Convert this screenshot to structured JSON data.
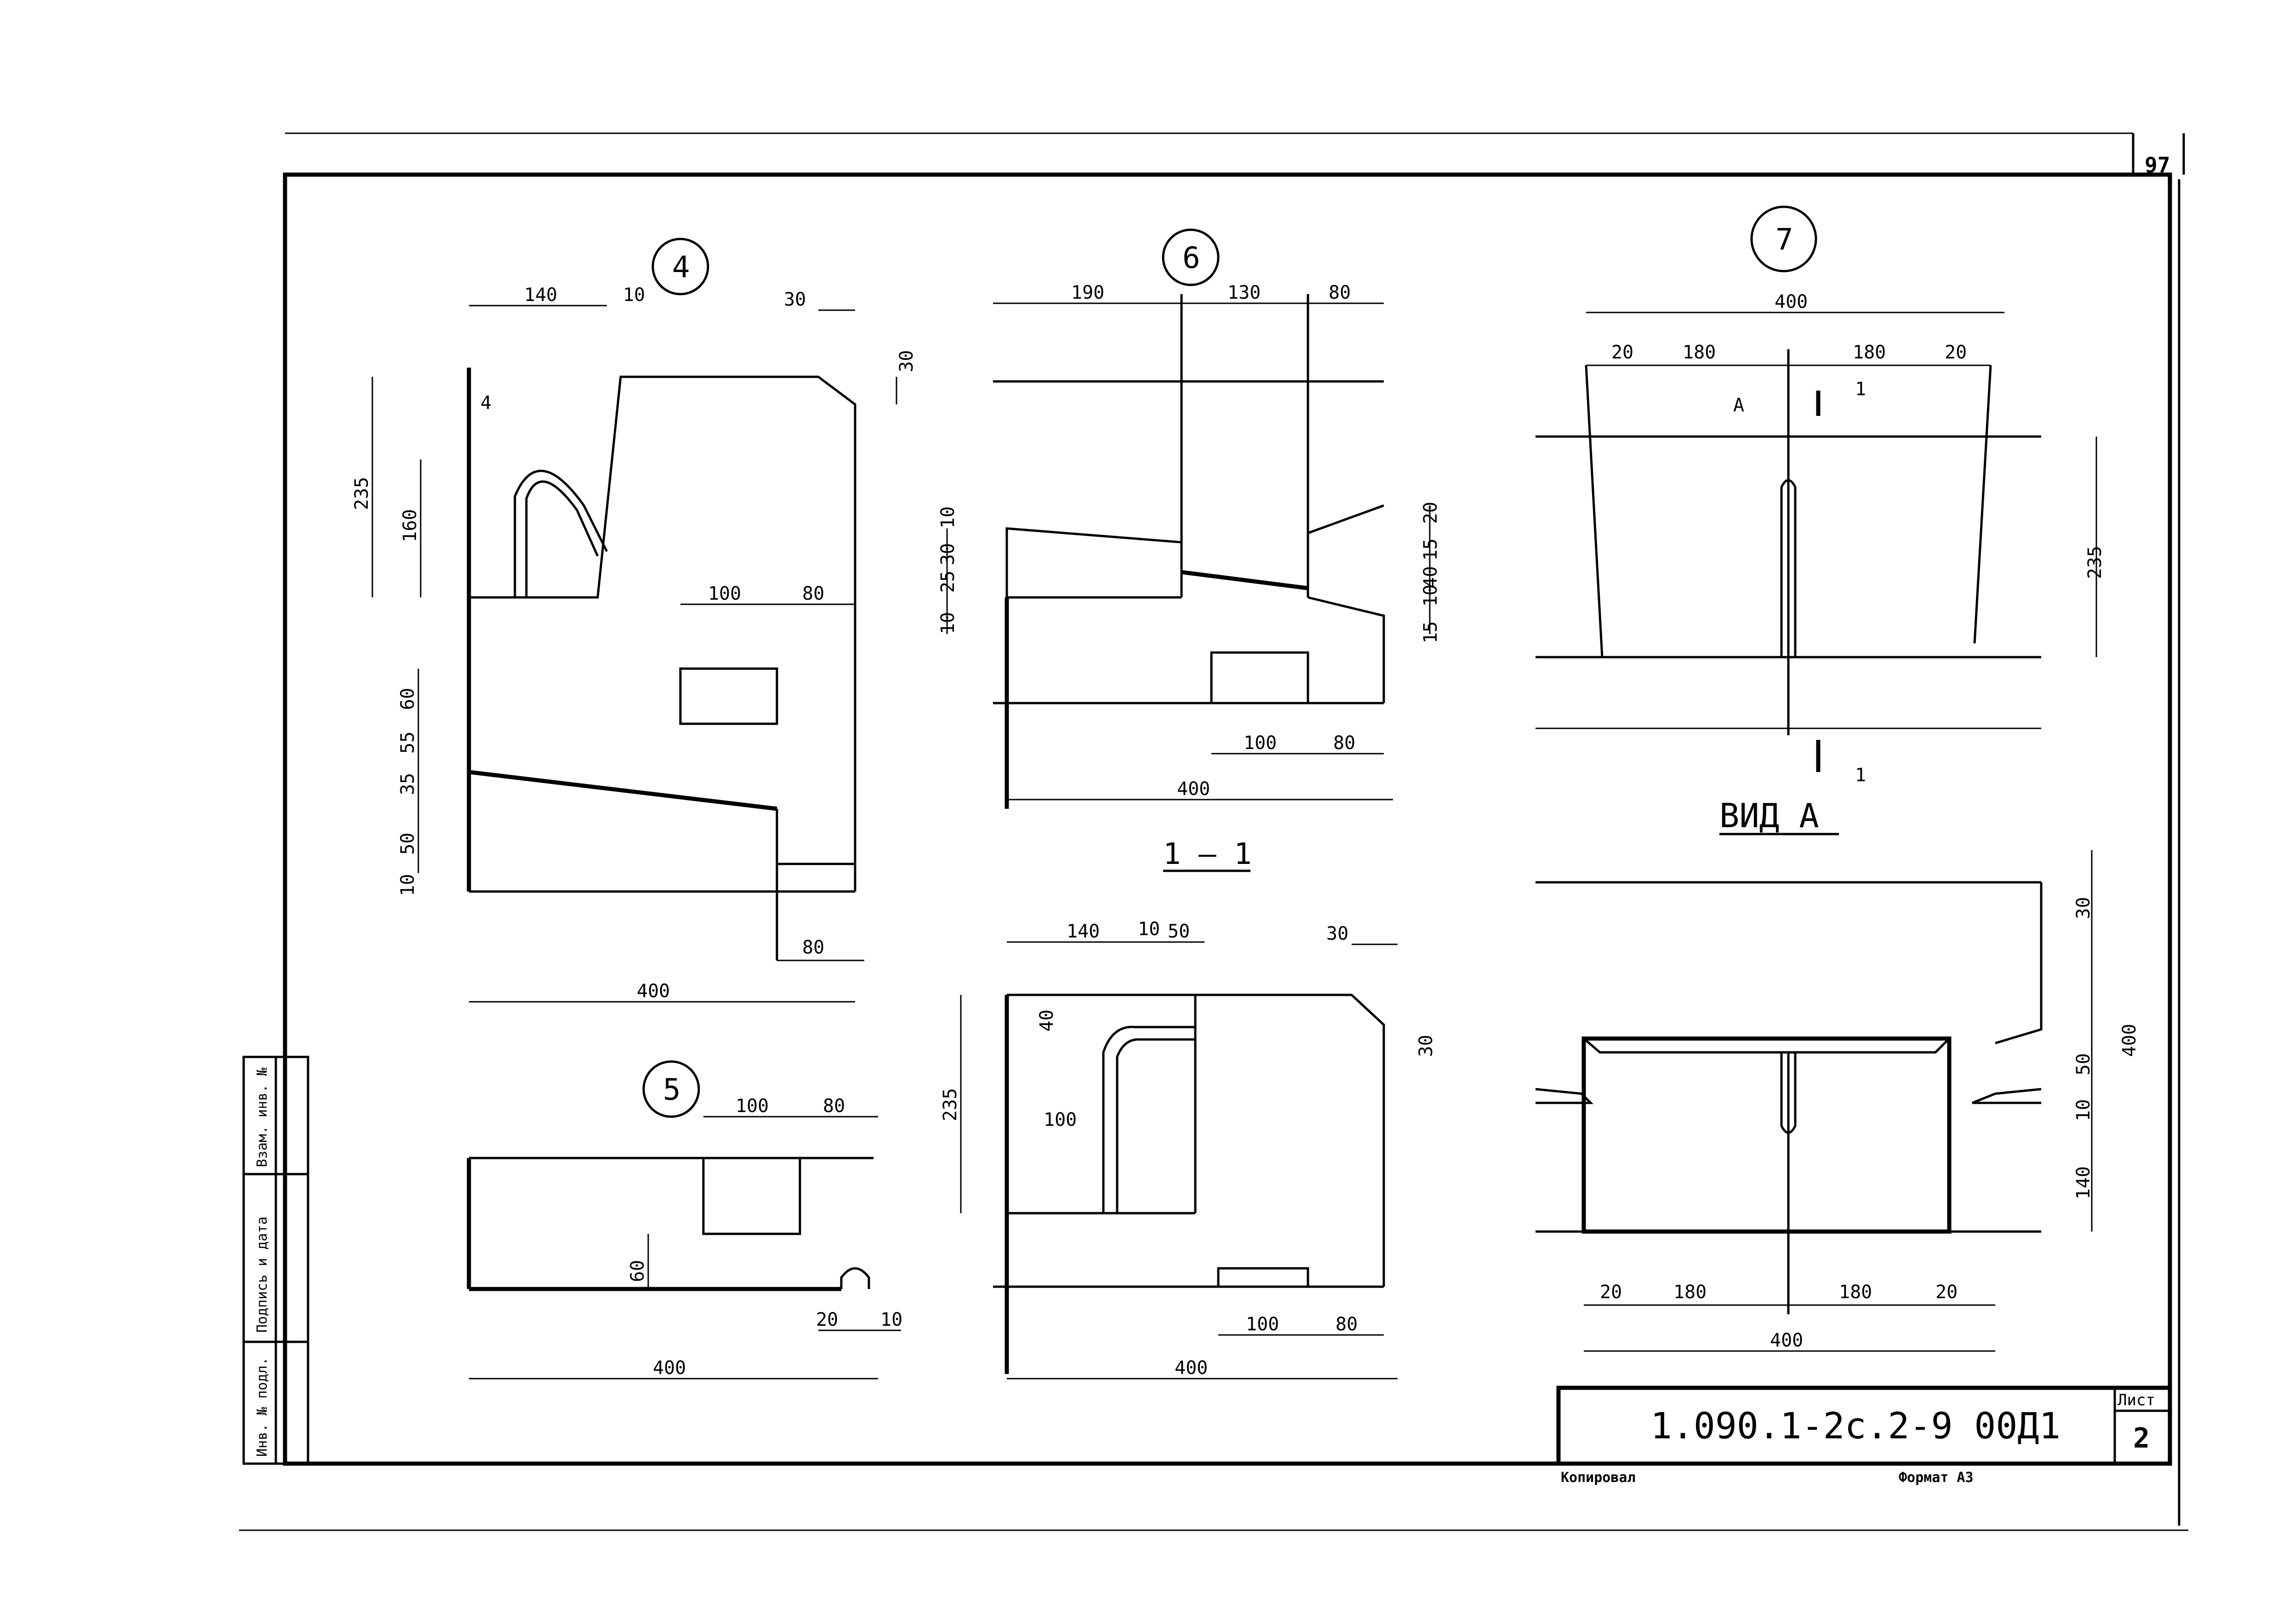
{
  "sheet": {
    "page_number": "97",
    "code": "1.090.1-2с.2-9 00Д1",
    "list_label": "Лист",
    "list_number": "2",
    "copied_label": "Копировал",
    "format_label": "Формат А3",
    "side_stamp": [
      "Инв. № подл.",
      "Подпись и дата",
      "Взам. инв. №"
    ],
    "view_a_title": "ВИД А",
    "section_title": "1 — 1"
  },
  "details": [
    {
      "id": "4",
      "dims": [
        "140",
        "10",
        "30",
        "30",
        "4",
        "235",
        "160",
        "100",
        "80",
        "60",
        "55",
        "35",
        "50",
        "10",
        "80",
        "400"
      ]
    },
    {
      "id": "5",
      "dims": [
        "100",
        "80",
        "60",
        "20",
        "10",
        "400"
      ]
    },
    {
      "id": "6",
      "dims": [
        "190",
        "130",
        "80",
        "10",
        "30",
        "25",
        "10",
        "20",
        "15",
        "40",
        "10",
        "15",
        "100",
        "80",
        "400"
      ]
    },
    {
      "id": "7",
      "dims": [
        "400",
        "20",
        "180",
        "180",
        "20",
        "235",
        "1",
        "1",
        "А"
      ]
    }
  ],
  "section_1_1": {
    "dims": [
      "140",
      "10",
      "50",
      "30",
      "40",
      "30",
      "235",
      "100",
      "100",
      "80",
      "400"
    ]
  },
  "view_a": {
    "dims": [
      "30",
      "400",
      "50",
      "10",
      "140",
      "20",
      "180",
      "180",
      "20",
      "400"
    ]
  }
}
